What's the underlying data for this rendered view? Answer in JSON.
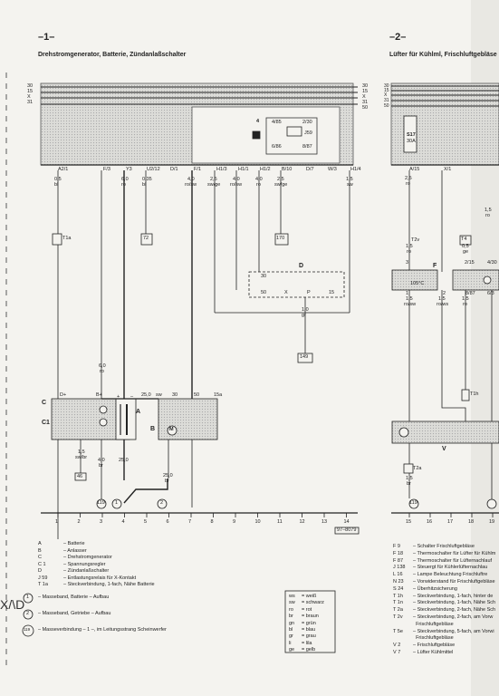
{
  "page1": {
    "number": "–1–",
    "title": "Drehstromgenerator, Batterie, Zündanlaßschalter",
    "bus_labels": [
      "30",
      "15",
      "X",
      "31"
    ],
    "bus_labels_right": [
      "30",
      "15",
      "X",
      "31",
      "50"
    ],
    "relay": {
      "id": "J59",
      "box": "4",
      "pins": [
        "4/85",
        "2/30",
        "6/86",
        "8/87"
      ]
    },
    "connectors_top": [
      "A2/1",
      "F/3",
      "Y3",
      "U2/12",
      "D/1",
      "F/1",
      "H1/3",
      "H1/1",
      "H1/2",
      "B/10",
      "D/7",
      "W/3",
      "H1/4"
    ],
    "wire_sizes": [
      "0,5",
      "6,0",
      "0,35",
      "4,0",
      "2,5",
      "4,0",
      "4,0",
      "2,5",
      "1,5"
    ],
    "wire_colors": [
      "bl",
      "ro",
      "bl",
      "ro/sw",
      "sw/ge",
      "ro/sw",
      "ro",
      "sw/ge",
      "sw"
    ],
    "refs": [
      "T1a",
      "72",
      "170",
      "149",
      "46",
      "119"
    ],
    "switch_D": {
      "label": "D",
      "pins": [
        "30",
        "50",
        "X",
        "P",
        "15"
      ]
    },
    "wire_d": {
      "size": "1,0",
      "color": "gr"
    },
    "components": {
      "C": "C",
      "C1": "C1",
      "A": "A",
      "B": "B",
      "plus": "+",
      "minus": "–",
      "D+": "D+",
      "B+": "B+",
      "30": "30",
      "50": "50",
      "15a": "15a",
      "M": "M"
    },
    "ground_wires": [
      "6,0",
      "ro",
      "25,0",
      "sw",
      "1,5",
      "sw/br",
      "4,0",
      "br",
      "25,0",
      "25,0",
      "br"
    ],
    "ground_marks": [
      "1",
      "2"
    ],
    "track_numbers": [
      "1",
      "2",
      "3",
      "4",
      "5",
      "6",
      "7",
      "8",
      "9",
      "10",
      "11",
      "12",
      "13",
      "14"
    ],
    "ref_code": "97–8079",
    "legend": [
      {
        "k": "A",
        "v": "Batterie"
      },
      {
        "k": "B",
        "v": "Anlasser"
      },
      {
        "k": "C",
        "v": "Drehstromgenerator"
      },
      {
        "k": "C 1",
        "v": "Spannungsregler"
      },
      {
        "k": "D",
        "v": "Zündanlaßschalter"
      },
      {
        "k": "J 59",
        "v": "Entlastungsrelais für X-Kontakt"
      },
      {
        "k": "T 1a",
        "v": "Steckverbindung, 1-fach, Nähe Batterie"
      }
    ],
    "ground_legend": [
      {
        "k": "1",
        "v": "Masseband, Batterie – Aufbau"
      },
      {
        "k": "2",
        "v": "Masseband, Getriebe – Aufbau"
      },
      {
        "k": "119",
        "v": "Masseverbindung – 1 –, im Leitungsstrang Scheinwerfer"
      }
    ],
    "colors": [
      {
        "k": "ws",
        "v": "weiß"
      },
      {
        "k": "sw",
        "v": "schwarz"
      },
      {
        "k": "ro",
        "v": "rot"
      },
      {
        "k": "br",
        "v": "braun"
      },
      {
        "k": "gn",
        "v": "grün"
      },
      {
        "k": "bl",
        "v": "blau"
      },
      {
        "k": "gr",
        "v": "grau"
      },
      {
        "k": "li",
        "v": "lila"
      },
      {
        "k": "ge",
        "v": "gelb"
      }
    ]
  },
  "page2": {
    "number": "–2–",
    "title": "Lüfter für Kühlml, Frischluftgebläse",
    "bus_labels": [
      "30",
      "15",
      "X",
      "31",
      "50"
    ],
    "fuse": {
      "label": "S17",
      "rating": "30A"
    },
    "connectors_top": [
      "A/15",
      "X/1"
    ],
    "wire_a": {
      "size": "2,5",
      "color": "ro"
    },
    "T2v": "T2v",
    "box_T4": "T4",
    "F": "F",
    "temp": "105°C",
    "wires": [
      {
        "size": "1,5",
        "color": "ro"
      },
      {
        "size": "1,5",
        "color": "ro"
      },
      {
        "size": "1,5",
        "color": "ro/sw"
      },
      {
        "size": "1,5",
        "color": "ro/ws"
      },
      {
        "size": "1,5",
        "color": "ro"
      },
      {
        "size": "0,5",
        "color": "ge"
      },
      {
        "size": "1,5",
        "color": "br"
      }
    ],
    "pins": [
      "2/15",
      "4/30",
      "3",
      "1",
      "2",
      "8/87",
      "6/3"
    ],
    "T1h": "T1h",
    "V": "V",
    "T2a": "T2a",
    "ref": "119",
    "track_numbers": [
      "15",
      "16",
      "17",
      "18",
      "19"
    ],
    "legend": [
      {
        "k": "F 9",
        "v": "Schalter Frischluftgebläse"
      },
      {
        "k": "F 18",
        "v": "Thermoschalter für Lüfter für Kühlm"
      },
      {
        "k": "F 87",
        "v": "Thermoschalter für Lüfternachlauf"
      },
      {
        "k": "J 138",
        "v": "Steuergt für Kühlerlüfternachlau"
      },
      {
        "k": "L 16",
        "v": "Lampe Beleuchtung Frischluftre"
      },
      {
        "k": "N 23",
        "v": "Vorwiderstand für Frischluftgebläse"
      },
      {
        "k": "S 24",
        "v": "Überhitzsicherung"
      },
      {
        "k": "T 1h",
        "v": "Steckverbindung, 1-fach, hinter de"
      },
      {
        "k": "T 1n",
        "v": "Steckverbindung, 1-fach, Nähe Sch"
      },
      {
        "k": "T 2a",
        "v": "Steckverbindung, 2-fach, Nähe Sch"
      },
      {
        "k": "T 2v",
        "v": "Steckverbindung, 2-fach, am Vorw"
      },
      {
        "k": "",
        "v": "Frischluftgebläse"
      },
      {
        "k": "T 5e",
        "v": "Steckverbindung, 5-fach, am Vorwi"
      },
      {
        "k": "",
        "v": "Frischluftgebläse"
      },
      {
        "k": "V 2",
        "v": "Frischluftgebläse"
      },
      {
        "k": "V 7",
        "v": "Lüfter Kühlmittel"
      }
    ]
  },
  "margin_mark": "X/\\D"
}
